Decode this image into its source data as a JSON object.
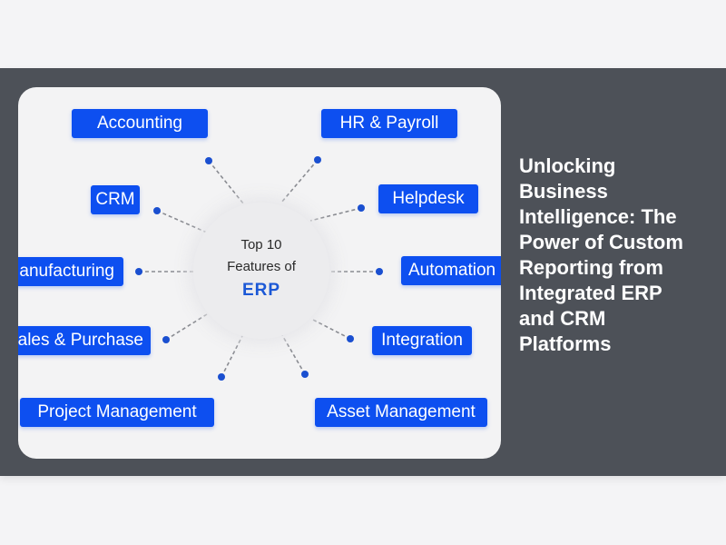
{
  "article": {
    "title": "Unlocking Business Intelligence: The Power of Custom Reporting from Integrated ERP and CRM Platforms"
  },
  "diagram": {
    "hub": {
      "line1": "Top 10",
      "line2": "Features of",
      "brand": "ERP"
    },
    "features": [
      {
        "label": "Accounting"
      },
      {
        "label": "HR & Payroll"
      },
      {
        "label": "CRM"
      },
      {
        "label": "Helpdesk"
      },
      {
        "label": "Manufacturing"
      },
      {
        "label": "Automation"
      },
      {
        "label": "Sales & Purchase"
      },
      {
        "label": "Integration"
      },
      {
        "label": "Project Management"
      },
      {
        "label": "Asset Management"
      }
    ]
  },
  "colors": {
    "pill": "#0d4ff0",
    "dot": "#1a4fd0",
    "band": "#4d5158",
    "card": "#f3f3f4",
    "page": "#f4f4f6"
  }
}
